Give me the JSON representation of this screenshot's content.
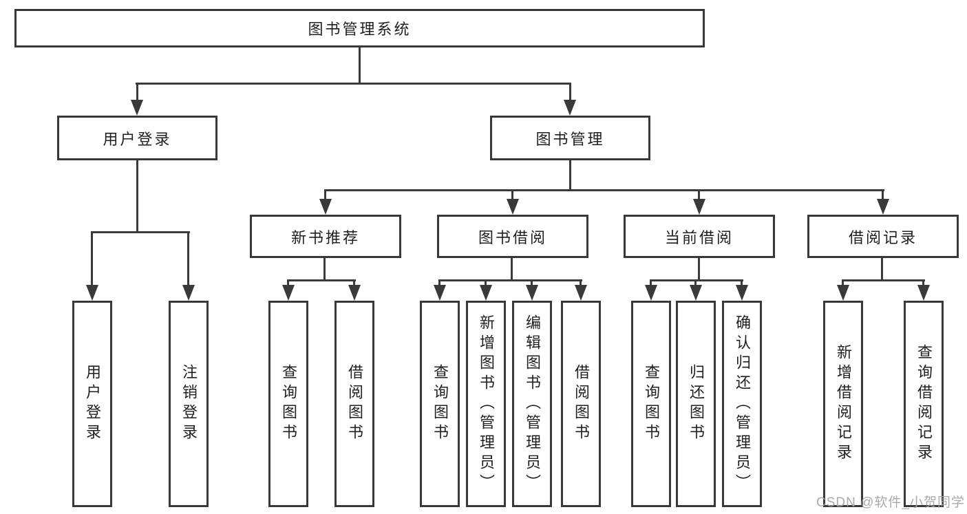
{
  "tree": {
    "root": "图书管理系统",
    "children": [
      {
        "label": "用户登录",
        "children": [
          "用户登录",
          "注销登录"
        ]
      },
      {
        "label": "图书管理",
        "children": [
          {
            "label": "新书推荐",
            "children": [
              "查询图书",
              "借阅图书"
            ]
          },
          {
            "label": "图书借阅",
            "children": [
              "查询图书",
              "新增图书（管理员）",
              "编辑图书（管理员）",
              "借阅图书"
            ]
          },
          {
            "label": "当前借阅",
            "children": [
              "查询图书",
              "归还图书",
              "确认归还（管理员）"
            ]
          },
          {
            "label": "借阅记录",
            "children": [
              "新增借阅记录",
              "查询借阅记录"
            ]
          }
        ]
      }
    ]
  },
  "watermark": "CSDN @软件_小贺同学",
  "colors": {
    "line": "#3a3a3a",
    "border": "#383838",
    "text": "#1f1f1f",
    "watermark": "#a5a5a5",
    "background": "#ffffff"
  }
}
